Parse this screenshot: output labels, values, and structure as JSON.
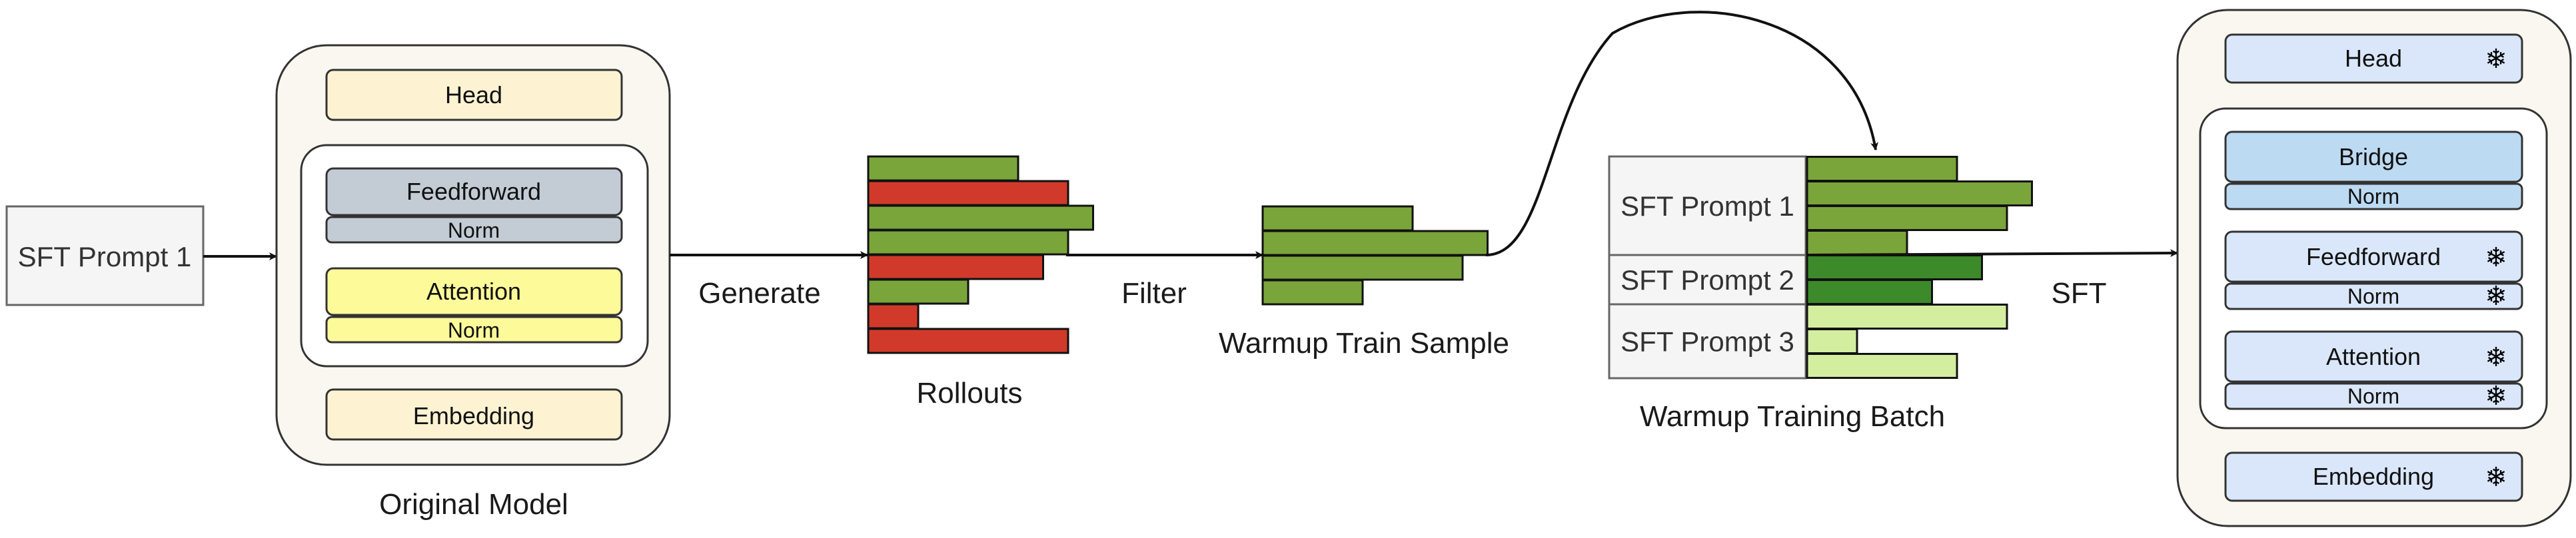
{
  "input_prompt": "SFT Prompt 1",
  "original_model": {
    "label": "Original Model",
    "head": "Head",
    "feedforward": "Feedforward",
    "norm": "Norm",
    "attention": "Attention",
    "embedding": "Embedding"
  },
  "steps": {
    "generate": "Generate",
    "filter": "Filter",
    "sft": "SFT"
  },
  "rollouts": {
    "label": "Rollouts",
    "bars": [
      {
        "value": 3,
        "status": "kept"
      },
      {
        "value": 4,
        "status": "filtered"
      },
      {
        "value": 4.5,
        "status": "kept"
      },
      {
        "value": 4,
        "status": "kept"
      },
      {
        "value": 3.5,
        "status": "filtered"
      },
      {
        "value": 2,
        "status": "kept"
      },
      {
        "value": 1,
        "status": "filtered"
      },
      {
        "value": 4,
        "status": "filtered"
      }
    ]
  },
  "warmup_sample": {
    "label": "Warmup Train Sample",
    "bars": [
      3,
      4.5,
      4,
      2
    ]
  },
  "warmup_batch": {
    "label": "Warmup Training Batch",
    "prompts": [
      {
        "label": "SFT Prompt 1",
        "bars": [
          3,
          4.5,
          4,
          2
        ]
      },
      {
        "label": "SFT Prompt 2",
        "bars": [
          3.5,
          2.5
        ]
      },
      {
        "label": "SFT Prompt 3",
        "bars": [
          4,
          1,
          3
        ]
      }
    ]
  },
  "final_model": {
    "head": "Head",
    "bridge": "Bridge",
    "norm": "Norm",
    "feedforward": "Feedforward",
    "attention": "Attention",
    "embedding": "Embedding",
    "frozen_icon": "snowflake-icon",
    "frozen_glyph": "❄"
  },
  "colors": {
    "kept": "#7aa53a",
    "filtered": "#d13a2a",
    "prompt2": "#3c8a2a",
    "prompt3": "#d4eea0",
    "head_orig": "#fdf3d2",
    "ffn_orig": "#c3ccd5",
    "attn_orig": "#fdfa9a",
    "final_block": "#dae7fa",
    "bridge": "#bcdaf2"
  }
}
